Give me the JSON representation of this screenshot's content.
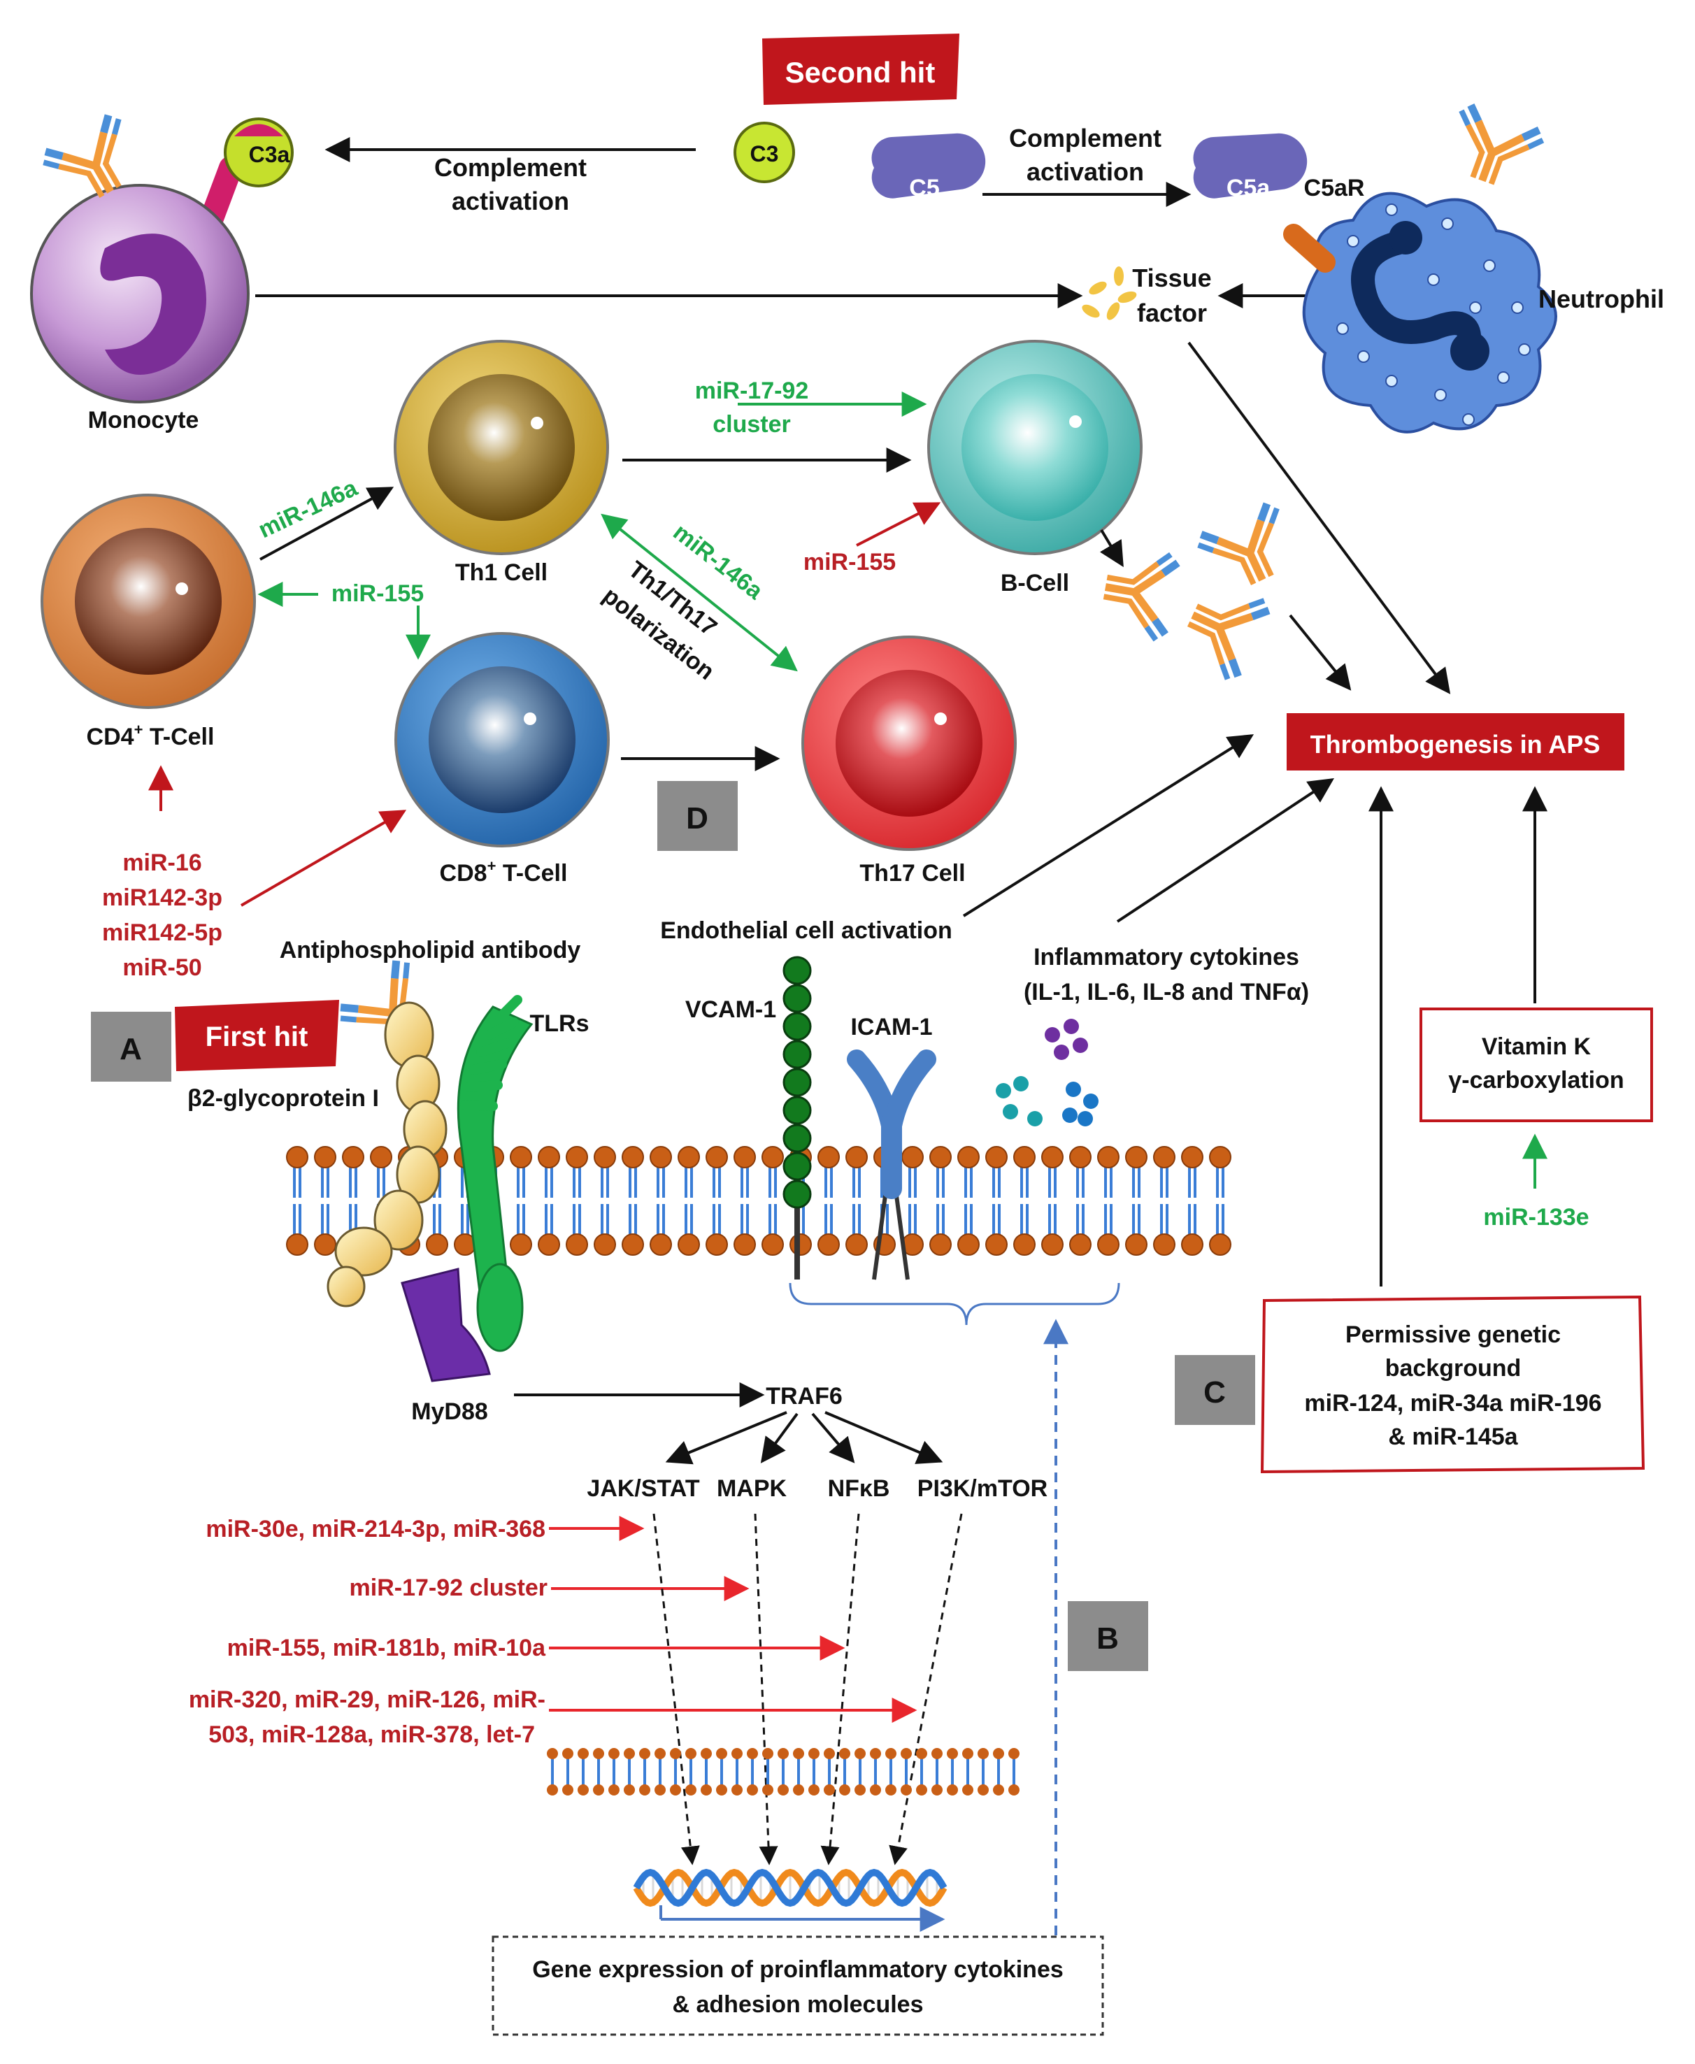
{
  "labels": {
    "second_hit": "Second hit",
    "first_hit": "First hit",
    "complement_activation_l1": "Complement",
    "complement_activation_l2": "activation",
    "c3": "C3",
    "c3a": "C3a",
    "c5": "C5",
    "c5a": "C5a",
    "c5ar": "C5aR",
    "tissue_factor_l1": "Tissue",
    "tissue_factor_l2": "factor",
    "neutrophil": "Neutrophil",
    "monocyte": "Monocyte",
    "th1_cell": "Th1 Cell",
    "b_cell": "B-Cell",
    "cd4_t_cell": "CD4",
    "cd4_suffix": " T-Cell",
    "cd8_t_cell": "CD8",
    "cd8_suffix": " T-Cell",
    "sup_plus": "+",
    "th17_cell": "Th17 Cell",
    "polarization_l1": "Th1/Th17",
    "polarization_l2": "polarization",
    "thrombogenesis": "Thrombogenesis in APS",
    "endothelial": "Endothelial cell activation",
    "inflammatory_l1": "Inflammatory cytokines",
    "inflammatory_l2": "(IL-1, IL-6, IL-8 and TNFα)",
    "antiphospholipid": "Antiphospholipid antibody",
    "tlrs": "TLRs",
    "vcam": "VCAM-1",
    "icam": "ICAM-1",
    "b2gp": "β2-glycoprotein I",
    "myd88": "MyD88",
    "traf6": "TRAF6",
    "jakstat": "JAK/STAT",
    "mapk": "MAPK",
    "nfkb": "NFκB",
    "pi3k": "PI3K/mTOR",
    "vitk_l1": "Vitamin K",
    "vitk_l2": "γ-carboxylation",
    "genetic_l1": "Permissive genetic",
    "genetic_l2": "background",
    "genetic_l3": "miR-124, miR-34a miR-196",
    "genetic_l4": "& miR-145a",
    "gene_expr_l1": "Gene expression of proinflammatory cytokines",
    "gene_expr_l2": "& adhesion molecules",
    "box_a": "A",
    "box_b": "B",
    "box_c": "C",
    "box_d": "D"
  },
  "mirnas": {
    "mir17_92_l1": "miR-17-92",
    "mir17_92_l2": "cluster",
    "mir146a_th1": "miR-146a",
    "mir155_cd4": "miR-155",
    "mir155_bcell": "miR-155",
    "mir146a_th17": "miR-146a",
    "mir16": "miR-16",
    "mir142_3p": "miR142-3p",
    "mir142_5p": "miR142-5p",
    "mir50": "miR-50",
    "mir133e": "miR-133e",
    "jak_mirs": "miR-30e, miR-214-3p, miR-368",
    "mapk_mirs": "miR-17-92 cluster",
    "nfkb_mirs": "miR-155, miR-181b, miR-10a",
    "pi3k_mirs_l1": "miR-320, miR-29, miR-126, miR-",
    "pi3k_mirs_l2": "503, miR-128a, miR-378, let-7"
  },
  "colors": {
    "red_label": "#b81f25",
    "green_label": "#1ea94b",
    "gray_box": "#8c8c8c",
    "red_banner": "#c0161c"
  },
  "icons": [
    "antibody-icon",
    "monocyte-cell",
    "neutrophil-cell",
    "lipid-bilayer",
    "dna-helix"
  ]
}
